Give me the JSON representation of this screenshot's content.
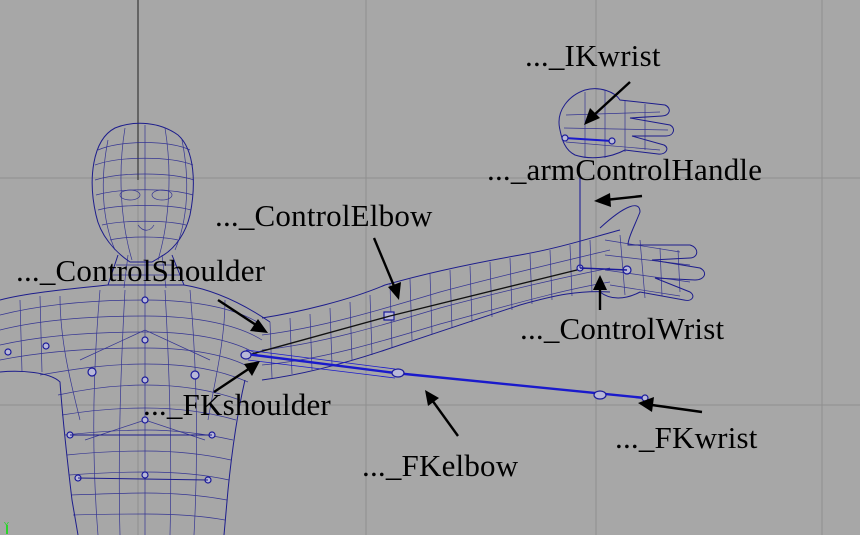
{
  "labels": {
    "ik_wrist": "..._IKwrist",
    "arm_control_handle": "..._armControlHandle",
    "control_elbow": "..._ControlElbow",
    "control_shoulder": "..._ControlShoulder",
    "control_wrist": "..._ControlWrist",
    "fk_shoulder": "..._FKshoulder",
    "fk_elbow": "..._FKelbow",
    "fk_wrist": "..._FKwrist"
  },
  "axis_indicator": {
    "y_label": "Y"
  },
  "colors": {
    "viewport_background": "#a7a7a7",
    "grid": "#8f8f8f",
    "wireframe": "#1d1d8c",
    "fk_bone": "#1a1acc",
    "arrow": "#000000",
    "axis_indicator": "#2bd42b"
  }
}
